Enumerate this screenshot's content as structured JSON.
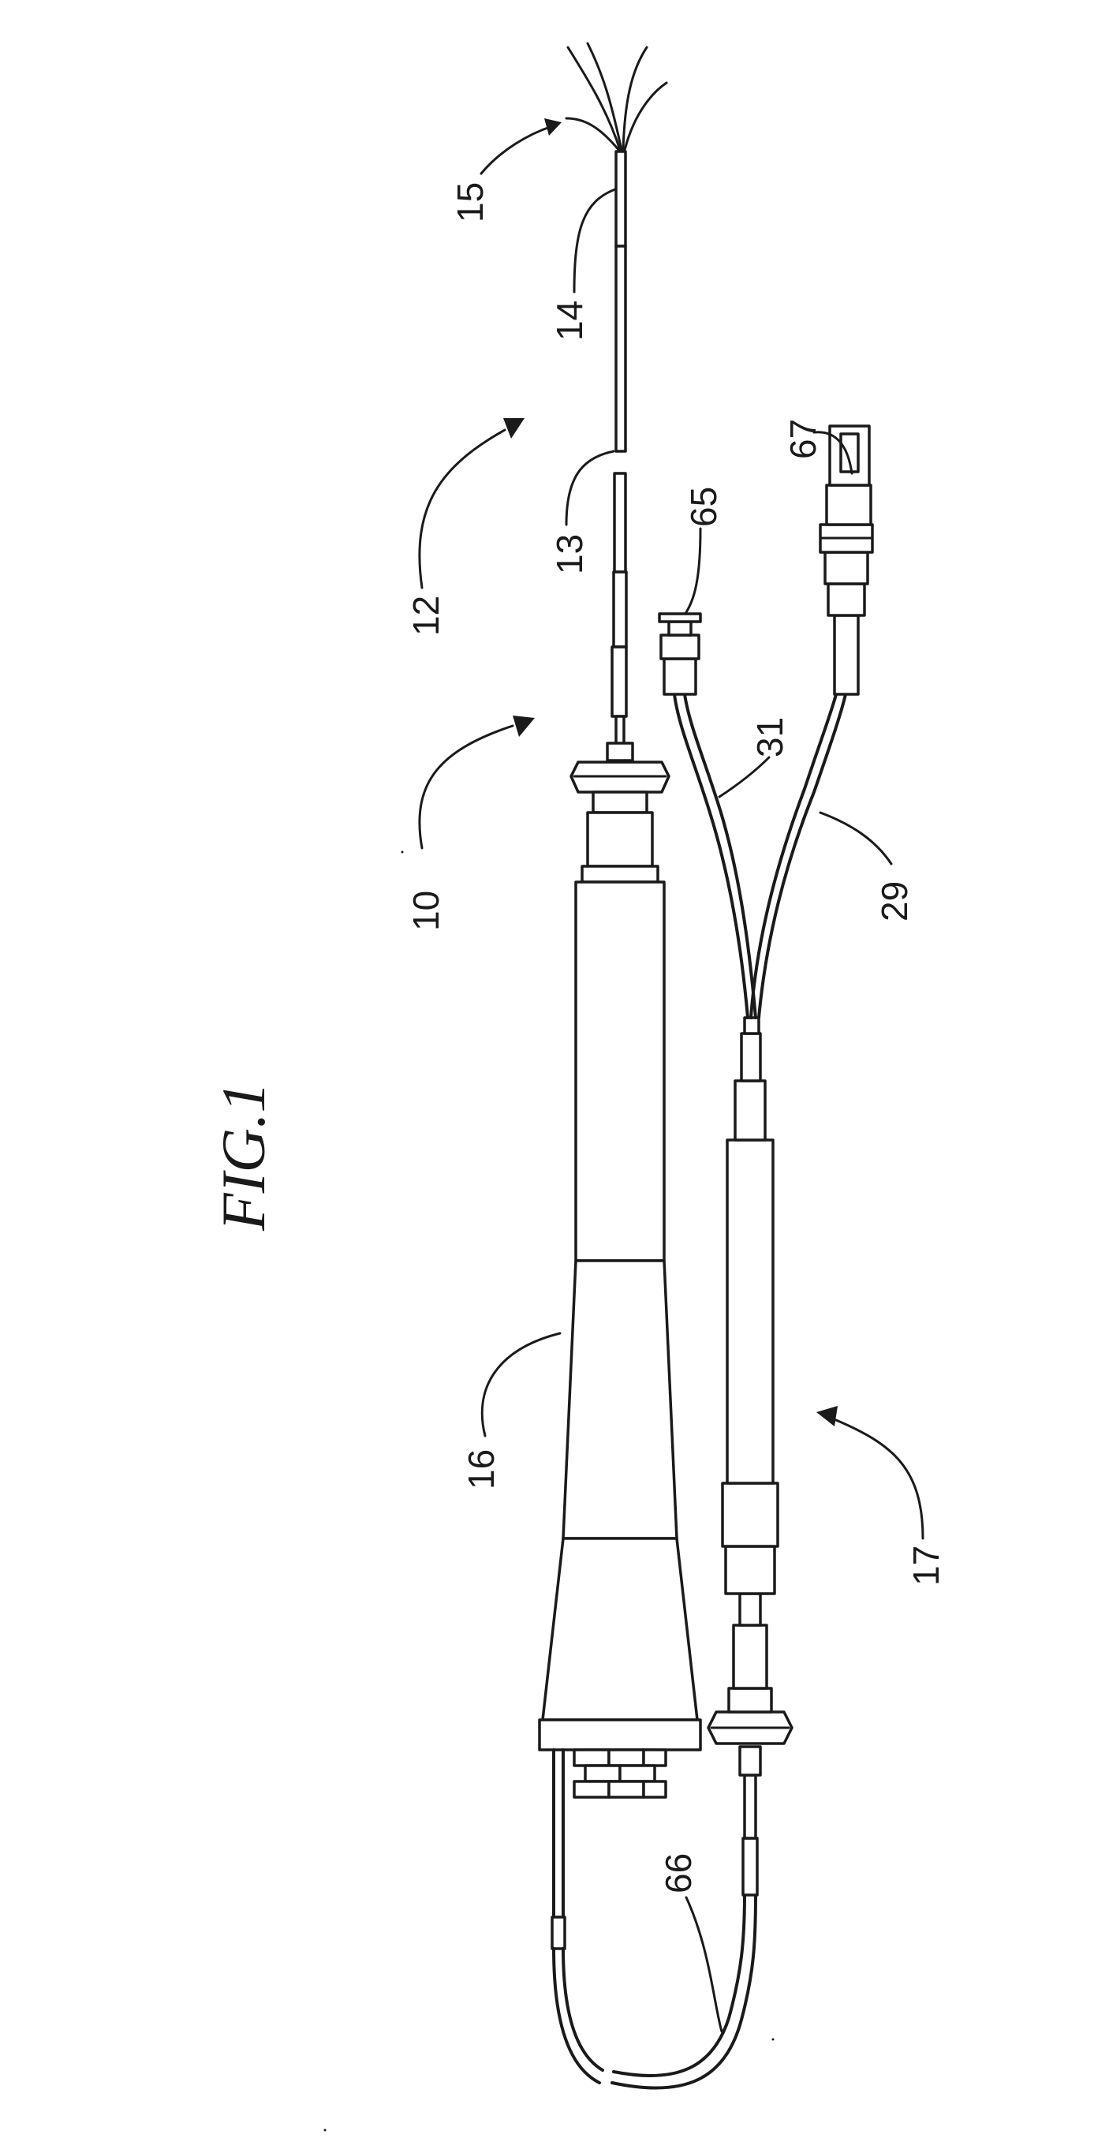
{
  "figure": {
    "title": "FIG.1"
  },
  "labels": {
    "ref_10": "10",
    "ref_12": "12",
    "ref_13": "13",
    "ref_14": "14",
    "ref_15": "15",
    "ref_16": "16",
    "ref_17": "17",
    "ref_29": "29",
    "ref_31": "31",
    "ref_65": "65",
    "ref_66": "66",
    "ref_67": "67"
  }
}
